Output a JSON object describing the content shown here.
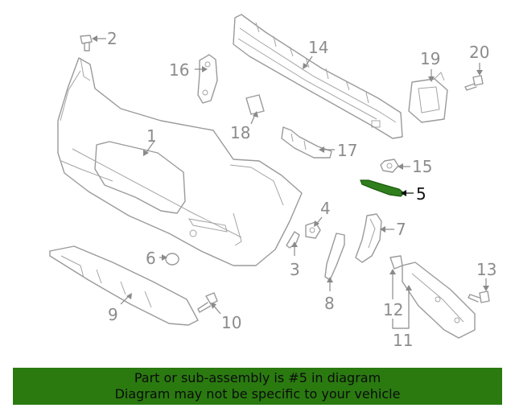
{
  "callouts": [
    {
      "id": "1",
      "label": "1"
    },
    {
      "id": "2",
      "label": "2"
    },
    {
      "id": "3",
      "label": "3"
    },
    {
      "id": "4",
      "label": "4"
    },
    {
      "id": "5",
      "label": "5",
      "highlighted": true
    },
    {
      "id": "6",
      "label": "6"
    },
    {
      "id": "7",
      "label": "7"
    },
    {
      "id": "8",
      "label": "8"
    },
    {
      "id": "9",
      "label": "9"
    },
    {
      "id": "10",
      "label": "10"
    },
    {
      "id": "11",
      "label": "11"
    },
    {
      "id": "12",
      "label": "12"
    },
    {
      "id": "13",
      "label": "13"
    },
    {
      "id": "14",
      "label": "14"
    },
    {
      "id": "15",
      "label": "15"
    },
    {
      "id": "16",
      "label": "16"
    },
    {
      "id": "17",
      "label": "17"
    },
    {
      "id": "18",
      "label": "18"
    },
    {
      "id": "19",
      "label": "19"
    },
    {
      "id": "20",
      "label": "20"
    }
  ],
  "banner": {
    "line1": "Part or sub-assembly is #5 in diagram",
    "line2": "Diagram may not be specific to your vehicle"
  },
  "colors": {
    "banner_bg": "#2a7a10",
    "highlight_part": "#2f7f1c",
    "line_art": "#9a9a9a"
  }
}
